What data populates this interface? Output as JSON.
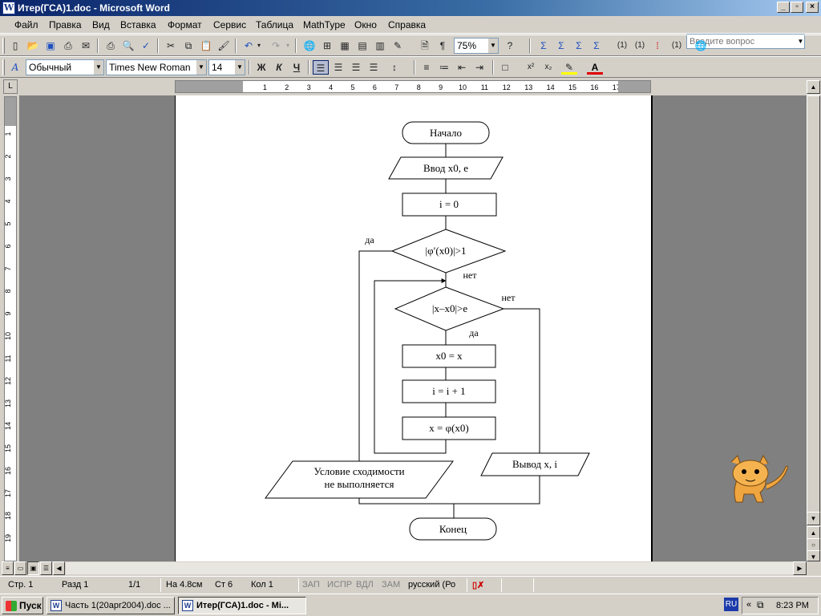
{
  "window": {
    "title": "Итер(ГСА)1.doc - Microsoft Word",
    "icon": "word-icon"
  },
  "menu": {
    "items": [
      "Файл",
      "Правка",
      "Вид",
      "Вставка",
      "Формат",
      "Сервис",
      "Таблица",
      "MathType",
      "Окно",
      "Справка"
    ],
    "help_placeholder": "Введите вопрос"
  },
  "toolbar": {
    "zoom": "75%",
    "style": "Обычный",
    "font": "Times New Roman",
    "size": "14",
    "bold": "Ж",
    "italic": "К",
    "underline": "Ч",
    "pilcrow": "¶",
    "mt_labels": [
      "(1)",
      "(1)",
      "(1)"
    ]
  },
  "ruler": {
    "h_labels": [
      "3",
      "2",
      "1",
      "1",
      "2",
      "3",
      "4",
      "5",
      "6",
      "7",
      "8",
      "9",
      "10",
      "11",
      "12",
      "13",
      "14",
      "15",
      "16",
      "17"
    ],
    "v_labels": [
      "1",
      "1",
      "2",
      "3",
      "4",
      "5",
      "6",
      "7",
      "8",
      "9",
      "10",
      "11",
      "12",
      "13",
      "14",
      "15",
      "16",
      "17",
      "18",
      "19"
    ]
  },
  "flowchart": {
    "start": "Начало",
    "input": "Ввод x0, e",
    "init": "i = 0",
    "cond1": "|φ′(x0)|>1",
    "cond2": "|x–x0|>e",
    "assign1": "x0 = x",
    "assign2": "i = i + 1",
    "assign3": "x = φ(x0)",
    "out_fail_line1": "Условие сходимости",
    "out_fail_line2": "не выполняется",
    "out_ok": "Вывод x, i",
    "end": "Конец",
    "yes": "да",
    "no": "нет"
  },
  "status": {
    "page": "Стр. 1",
    "section": "Разд 1",
    "pages": "1/1",
    "at": "На 4.8см",
    "line": "Ст 6",
    "col": "Кол 1",
    "rec": "ЗАП",
    "trk": "ИСПР",
    "ext": "ВДЛ",
    "ovr": "ЗАМ",
    "lang": "русский (Ро"
  },
  "taskbar": {
    "start": "Пуск",
    "tasks": [
      "Часть 1(20apr2004).doc ...",
      "Итер(ГСА)1.doc - Mi..."
    ],
    "lang": "RU",
    "clock": "8:23 PM"
  }
}
